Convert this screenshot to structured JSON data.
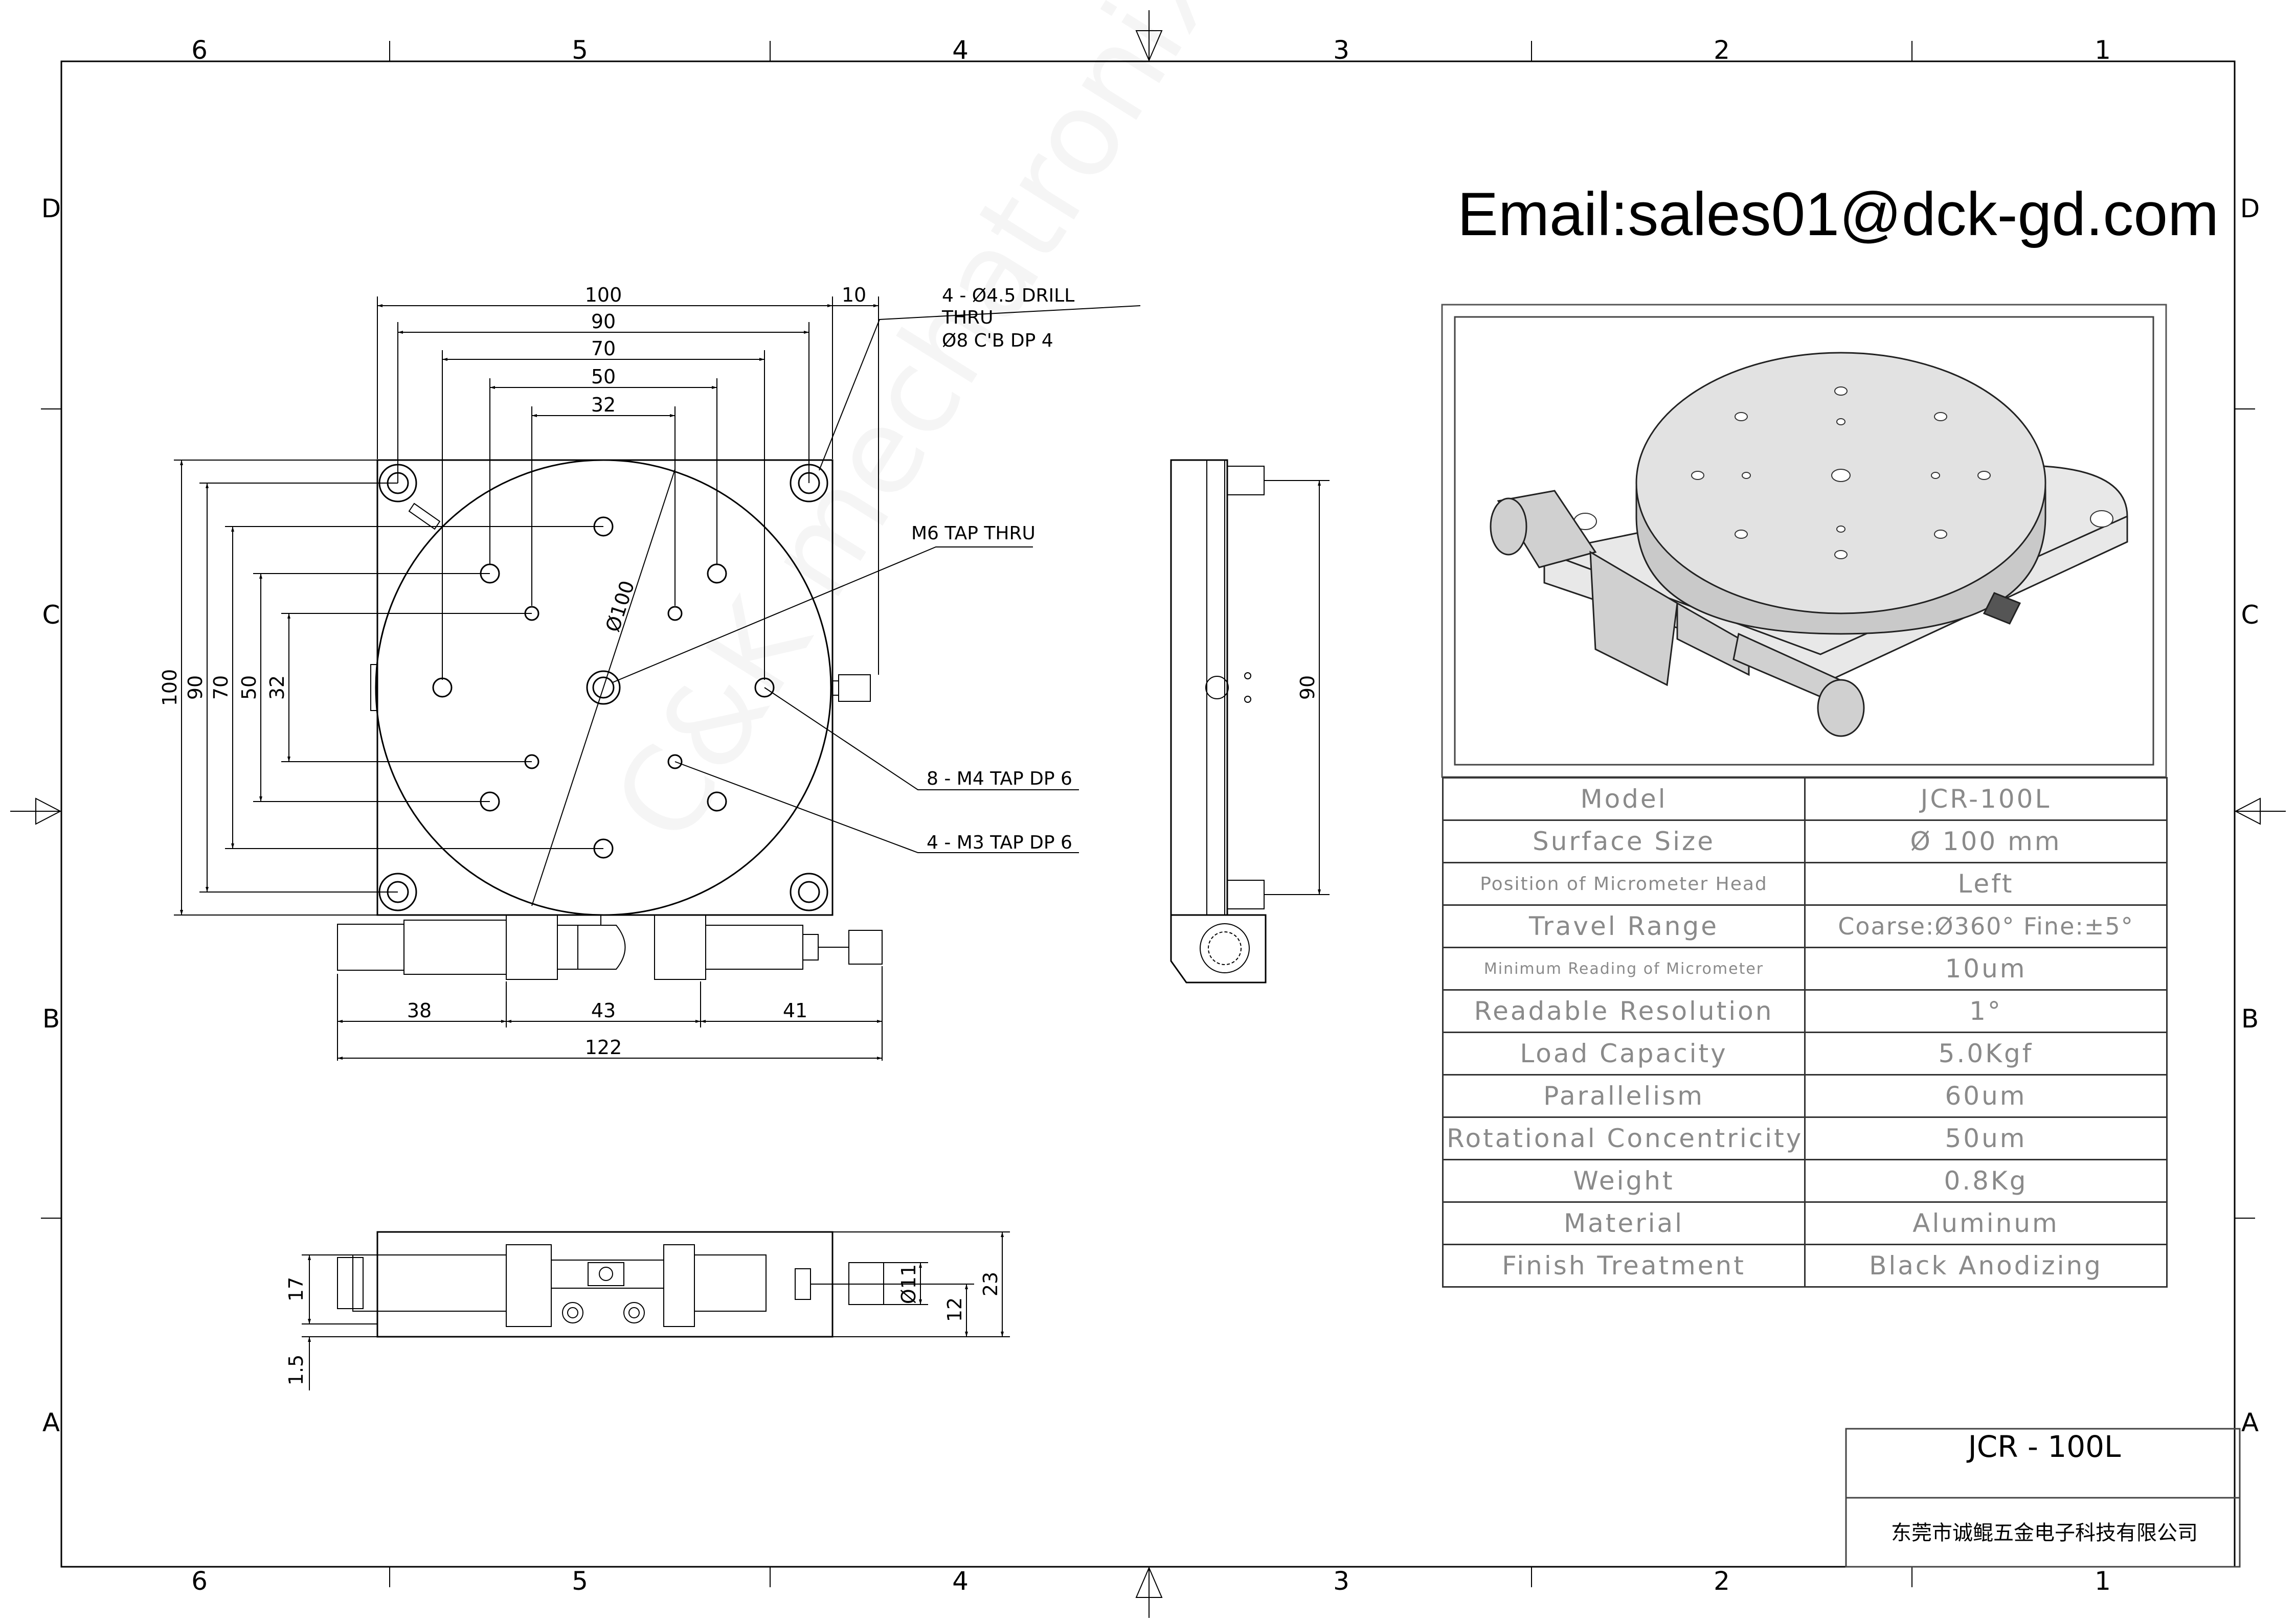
{
  "email": "Email:sales01@dck-gd.com",
  "watermark": "C&K mechatronix",
  "zones": {
    "top": [
      "6",
      "5",
      "4",
      "3",
      "2",
      "1"
    ],
    "bottom": [
      "6",
      "5",
      "4",
      "3",
      "2",
      "1"
    ],
    "left": [
      "D",
      "C",
      "B",
      "A"
    ],
    "right": [
      "D",
      "C",
      "B",
      "A"
    ]
  },
  "top_view": {
    "width_dims": [
      "100",
      "90",
      "70",
      "50",
      "32"
    ],
    "offset_dim": "10",
    "height_dims": [
      "100",
      "90",
      "70",
      "50",
      "32"
    ],
    "diameter": "Ø100",
    "bottom_dims": [
      "38",
      "43",
      "41"
    ],
    "overall_length": "122",
    "notes": {
      "drill_line1": "4 - Ø4.5 DRILL",
      "drill_line2": "THRU",
      "drill_line3": "Ø8 C'B DP 4",
      "m6": "M6 TAP THRU",
      "m4": "8 - M4 TAP DP 6",
      "m3": "4 - M3 TAP DP 6"
    }
  },
  "side_view": {
    "height_dim": "90"
  },
  "front_view": {
    "dims": [
      "17",
      "1.5",
      "Ø11",
      "12",
      "23"
    ]
  },
  "specs": [
    {
      "label": "Model",
      "value": "JCR-100L"
    },
    {
      "label": "Surface Size",
      "value": "Ø 100 mm"
    },
    {
      "label": "Position of Micrometer Head",
      "value": "Left"
    },
    {
      "label": "Travel Range",
      "value": "Coarse:Ø360° Fine:±5°"
    },
    {
      "label": "Minimum Reading of Micrometer",
      "value": "10um"
    },
    {
      "label": "Readable Resolution",
      "value": "1°"
    },
    {
      "label": "Load Capacity",
      "value": "5.0Kgf"
    },
    {
      "label": "Parallelism",
      "value": "60um"
    },
    {
      "label": "Rotational Concentricity",
      "value": "50um"
    },
    {
      "label": "Weight",
      "value": "0.8Kg"
    },
    {
      "label": "Material",
      "value": "Aluminum"
    },
    {
      "label": "Finish Treatment",
      "value": "Black Anodizing"
    }
  ],
  "title_block": {
    "model": "JCR - 100L",
    "company": "东莞市诚鲲五金电子科技有限公司"
  }
}
